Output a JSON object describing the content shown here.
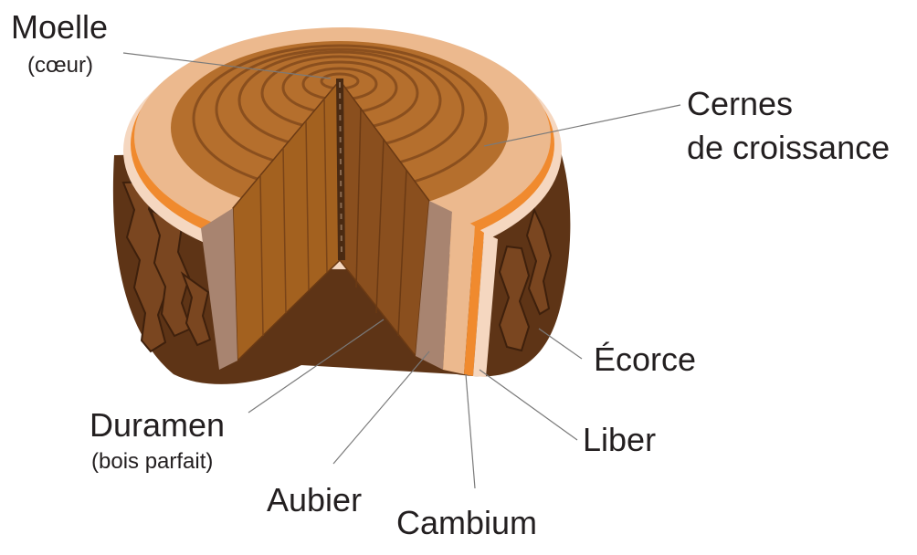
{
  "labels": {
    "moelle": "Moelle",
    "moelle_sub": "(cœur)",
    "cernes_line1": "Cernes",
    "cernes_line2": "de croissance",
    "duramen": "Duramen",
    "duramen_sub": "(bois parfait)",
    "aubier": "Aubier",
    "cambium": "Cambium",
    "liber": "Liber",
    "ecorce": "Écorce"
  },
  "colors": {
    "bark_dark": "#5e3416",
    "bark_mid": "#7a4620",
    "heartwood": "#b56f2d",
    "heartwood_dark": "#8a4f1e",
    "heartwood_cut": "#a3611f",
    "sapwood": "#ecb98e",
    "sapwood_cut": "#a88470",
    "cambium": "#f08a2e",
    "liber": "#f5d7c0",
    "pith": "#4a2a12",
    "leader": "#7a7a7a",
    "text": "#231f20"
  }
}
